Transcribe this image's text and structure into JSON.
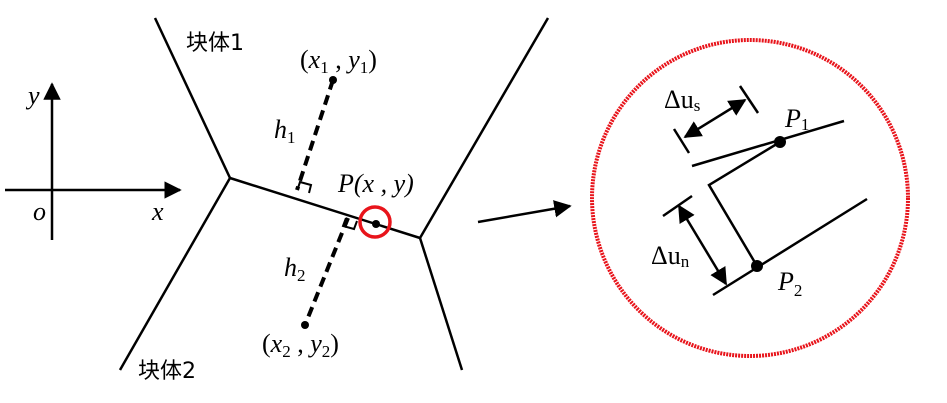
{
  "axes": {
    "x_label": "x",
    "y_label": "y",
    "origin_label": "o"
  },
  "blocks": {
    "block1": "块体1",
    "block2": "块体2"
  },
  "points": {
    "p1_coord": {
      "open": "(",
      "x": "x",
      "xsub": "1",
      "sep": " , ",
      "y": "y",
      "ysub": "1",
      "close": ")"
    },
    "p2_coord": {
      "open": "(",
      "x": "x",
      "xsub": "2",
      "sep": " , ",
      "y": "y",
      "ysub": "2",
      "close": ")"
    },
    "p_label": {
      "name": "P",
      "coords": "(x , y)"
    }
  },
  "distances": {
    "h1": "h",
    "h1_sub": "1",
    "h2": "h",
    "h2_sub": "2"
  },
  "detail": {
    "du_s": "Δu",
    "du_s_sub": "s",
    "du_n": "Δu",
    "du_n_sub": "n",
    "P1": "P",
    "P1_sub": "1",
    "P2": "P",
    "P2_sub": "2"
  },
  "colors": {
    "highlight": "#e8141b",
    "line": "#000000"
  }
}
